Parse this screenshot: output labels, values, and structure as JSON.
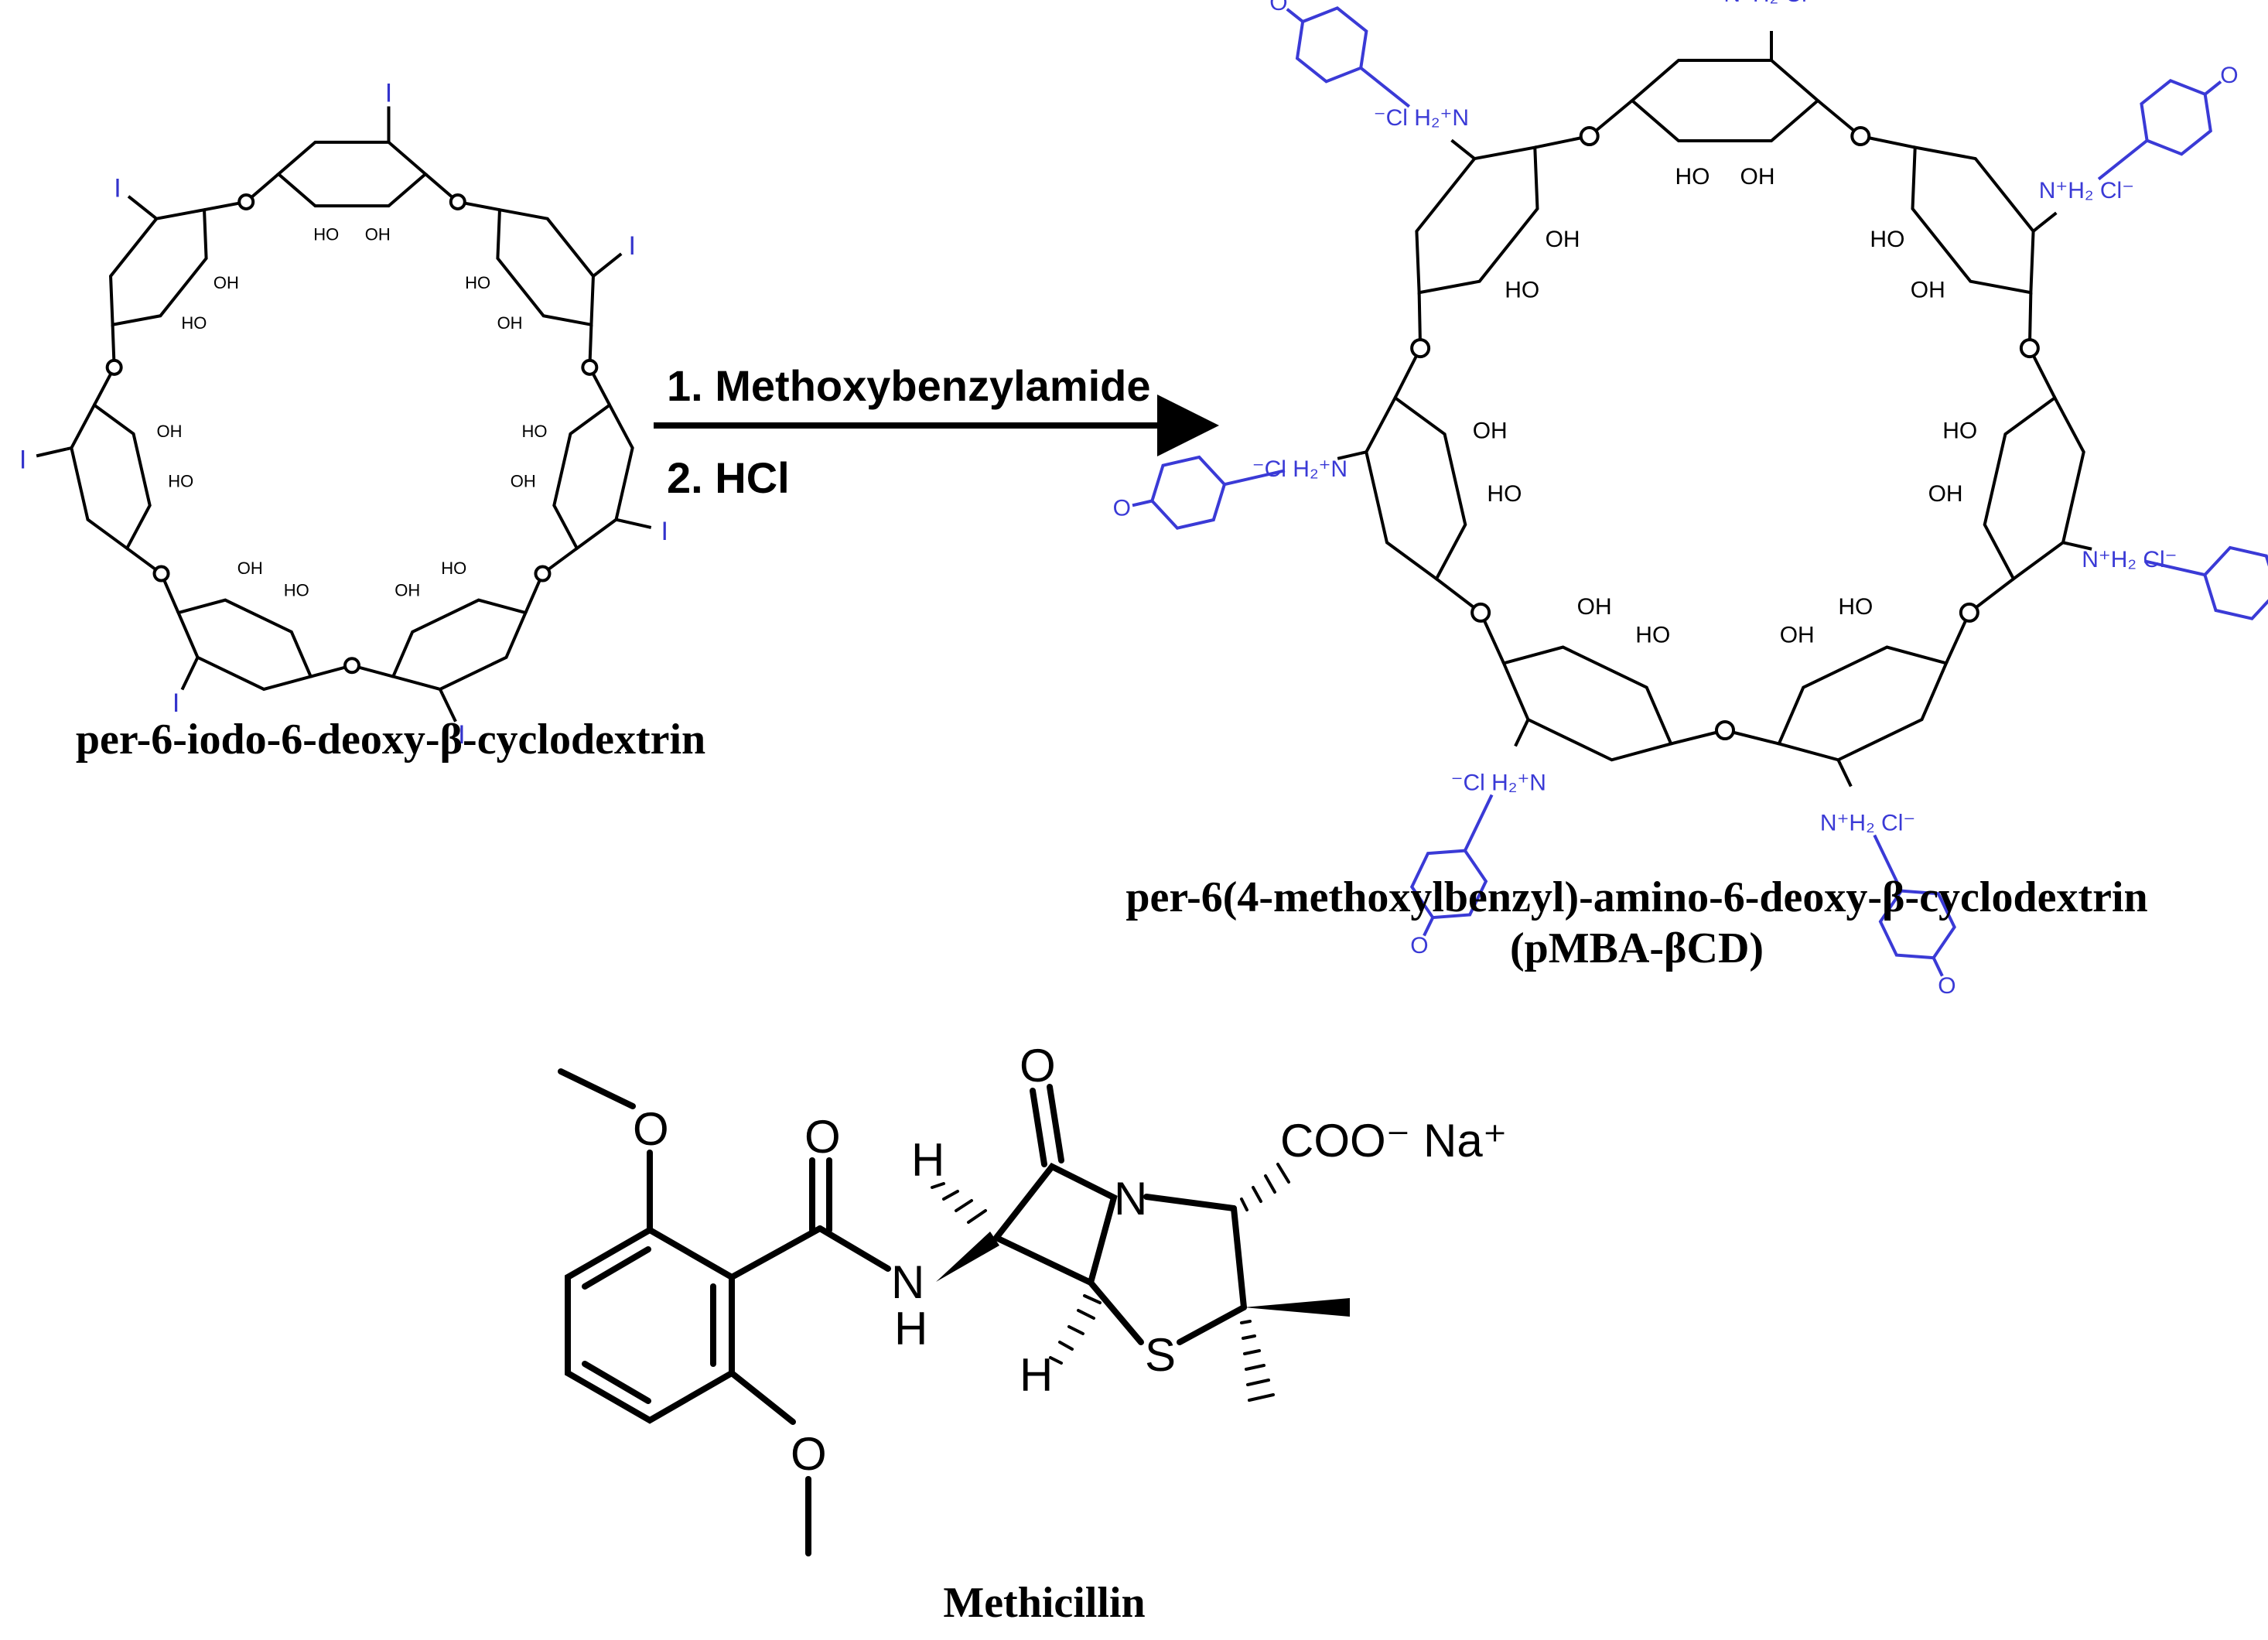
{
  "reaction": {
    "step1": "1. Methoxybenzylamide",
    "step2": "2. HCl"
  },
  "reactant": {
    "name": "per-6-iodo-6-deoxy-β-cyclodextrin",
    "iodine": "I",
    "hydroxyl": "OH",
    "hydroxyl_alt": "HO",
    "oxygen": "O",
    "ring_color": "#000000",
    "substituent_color": "#3333cc"
  },
  "product": {
    "name_line1": "per-6(4-methoxylbenzyl)-amino-6-deoxy-β-cyclodextrin",
    "name_line2": "(pMBA-βCD)",
    "ammonium_right": "N⁺H₂ Cl⁻",
    "ammonium_left": "⁻Cl H₂⁺N",
    "methoxy_o": "O",
    "substituent_color": "#3a3ad6"
  },
  "methicillin": {
    "name": "Methicillin",
    "carbonyl_o": "O",
    "methoxy_o": "O",
    "nitrogen": "N",
    "amide_n": "N",
    "amide_h": "H",
    "sulfur": "S",
    "hydrogen": "H",
    "carboxylate": "COO⁻ Na⁺"
  }
}
